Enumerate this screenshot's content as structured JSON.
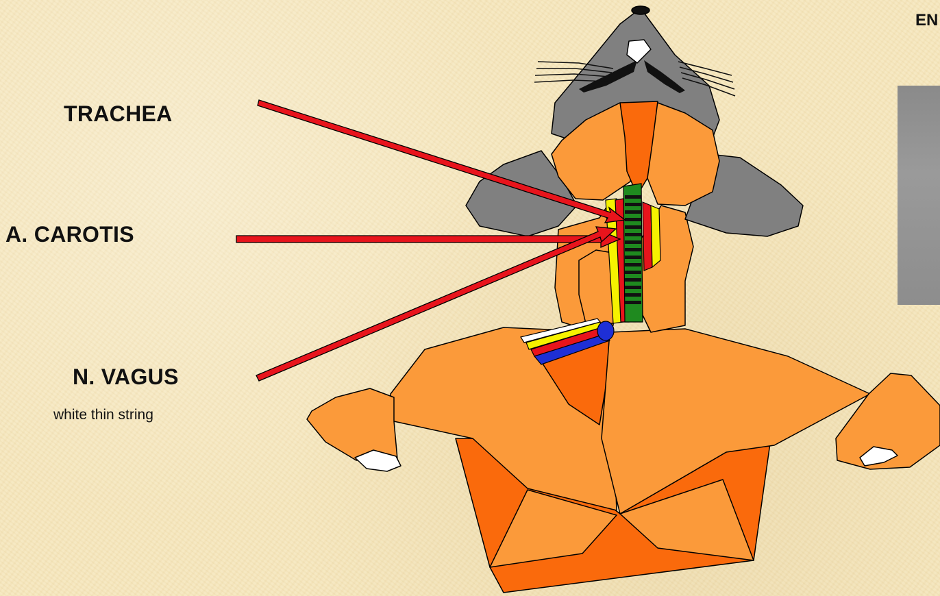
{
  "labels": {
    "trachea": "TRACHEA",
    "carotis": "A. CAROTIS",
    "vagus": "N. VAGUS",
    "vagus_note": "white thin string",
    "corner_partial": "EN"
  },
  "colors": {
    "background": "#f6e7bd",
    "arrow": "#e8141c",
    "muscle_light": "#fb9a3a",
    "muscle_dark": "#fa6a0c",
    "head": "#808080",
    "trachea": "#1f8a1f",
    "vessel_red": "#e8141c",
    "nerve_yellow": "#f6f200",
    "vein_blue": "#1e2fd6"
  }
}
